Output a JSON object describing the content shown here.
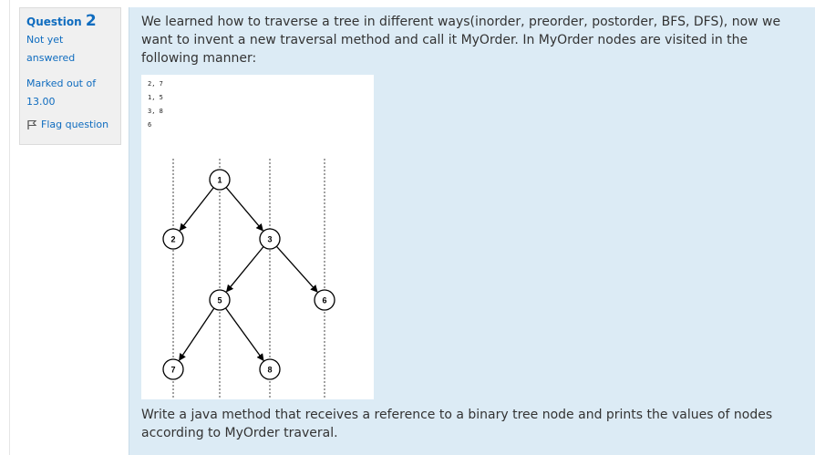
{
  "question": {
    "label": "Question",
    "number": "2",
    "status": [
      "Not yet",
      "answered"
    ],
    "marks": [
      "Marked out of",
      "13.00"
    ],
    "flag_label": "Flag question",
    "flag_icon": "flag-icon"
  },
  "content": {
    "intro": "We learned how to traverse a tree in different ways(inorder, preorder, postorder, BFS, DFS), now we want to invent a new traversal method and call it MyOrder. In MyOrder nodes are visited in the following manner:",
    "task": "Write a java method that receives a reference to a binary tree node and prints the values of nodes according to MyOrder traveral."
  },
  "figure": {
    "order_lines": [
      "2, 7",
      "1, 5",
      "3, 8",
      "6"
    ],
    "nodes": [
      {
        "id": "1",
        "label": "1"
      },
      {
        "id": "2",
        "label": "2"
      },
      {
        "id": "3",
        "label": "3"
      },
      {
        "id": "5",
        "label": "5"
      },
      {
        "id": "6",
        "label": "6"
      },
      {
        "id": "7",
        "label": "7"
      },
      {
        "id": "8",
        "label": "8"
      }
    ],
    "edges": [
      [
        "1",
        "2"
      ],
      [
        "1",
        "3"
      ],
      [
        "3",
        "5"
      ],
      [
        "3",
        "6"
      ],
      [
        "5",
        "7"
      ],
      [
        "5",
        "8"
      ]
    ]
  }
}
